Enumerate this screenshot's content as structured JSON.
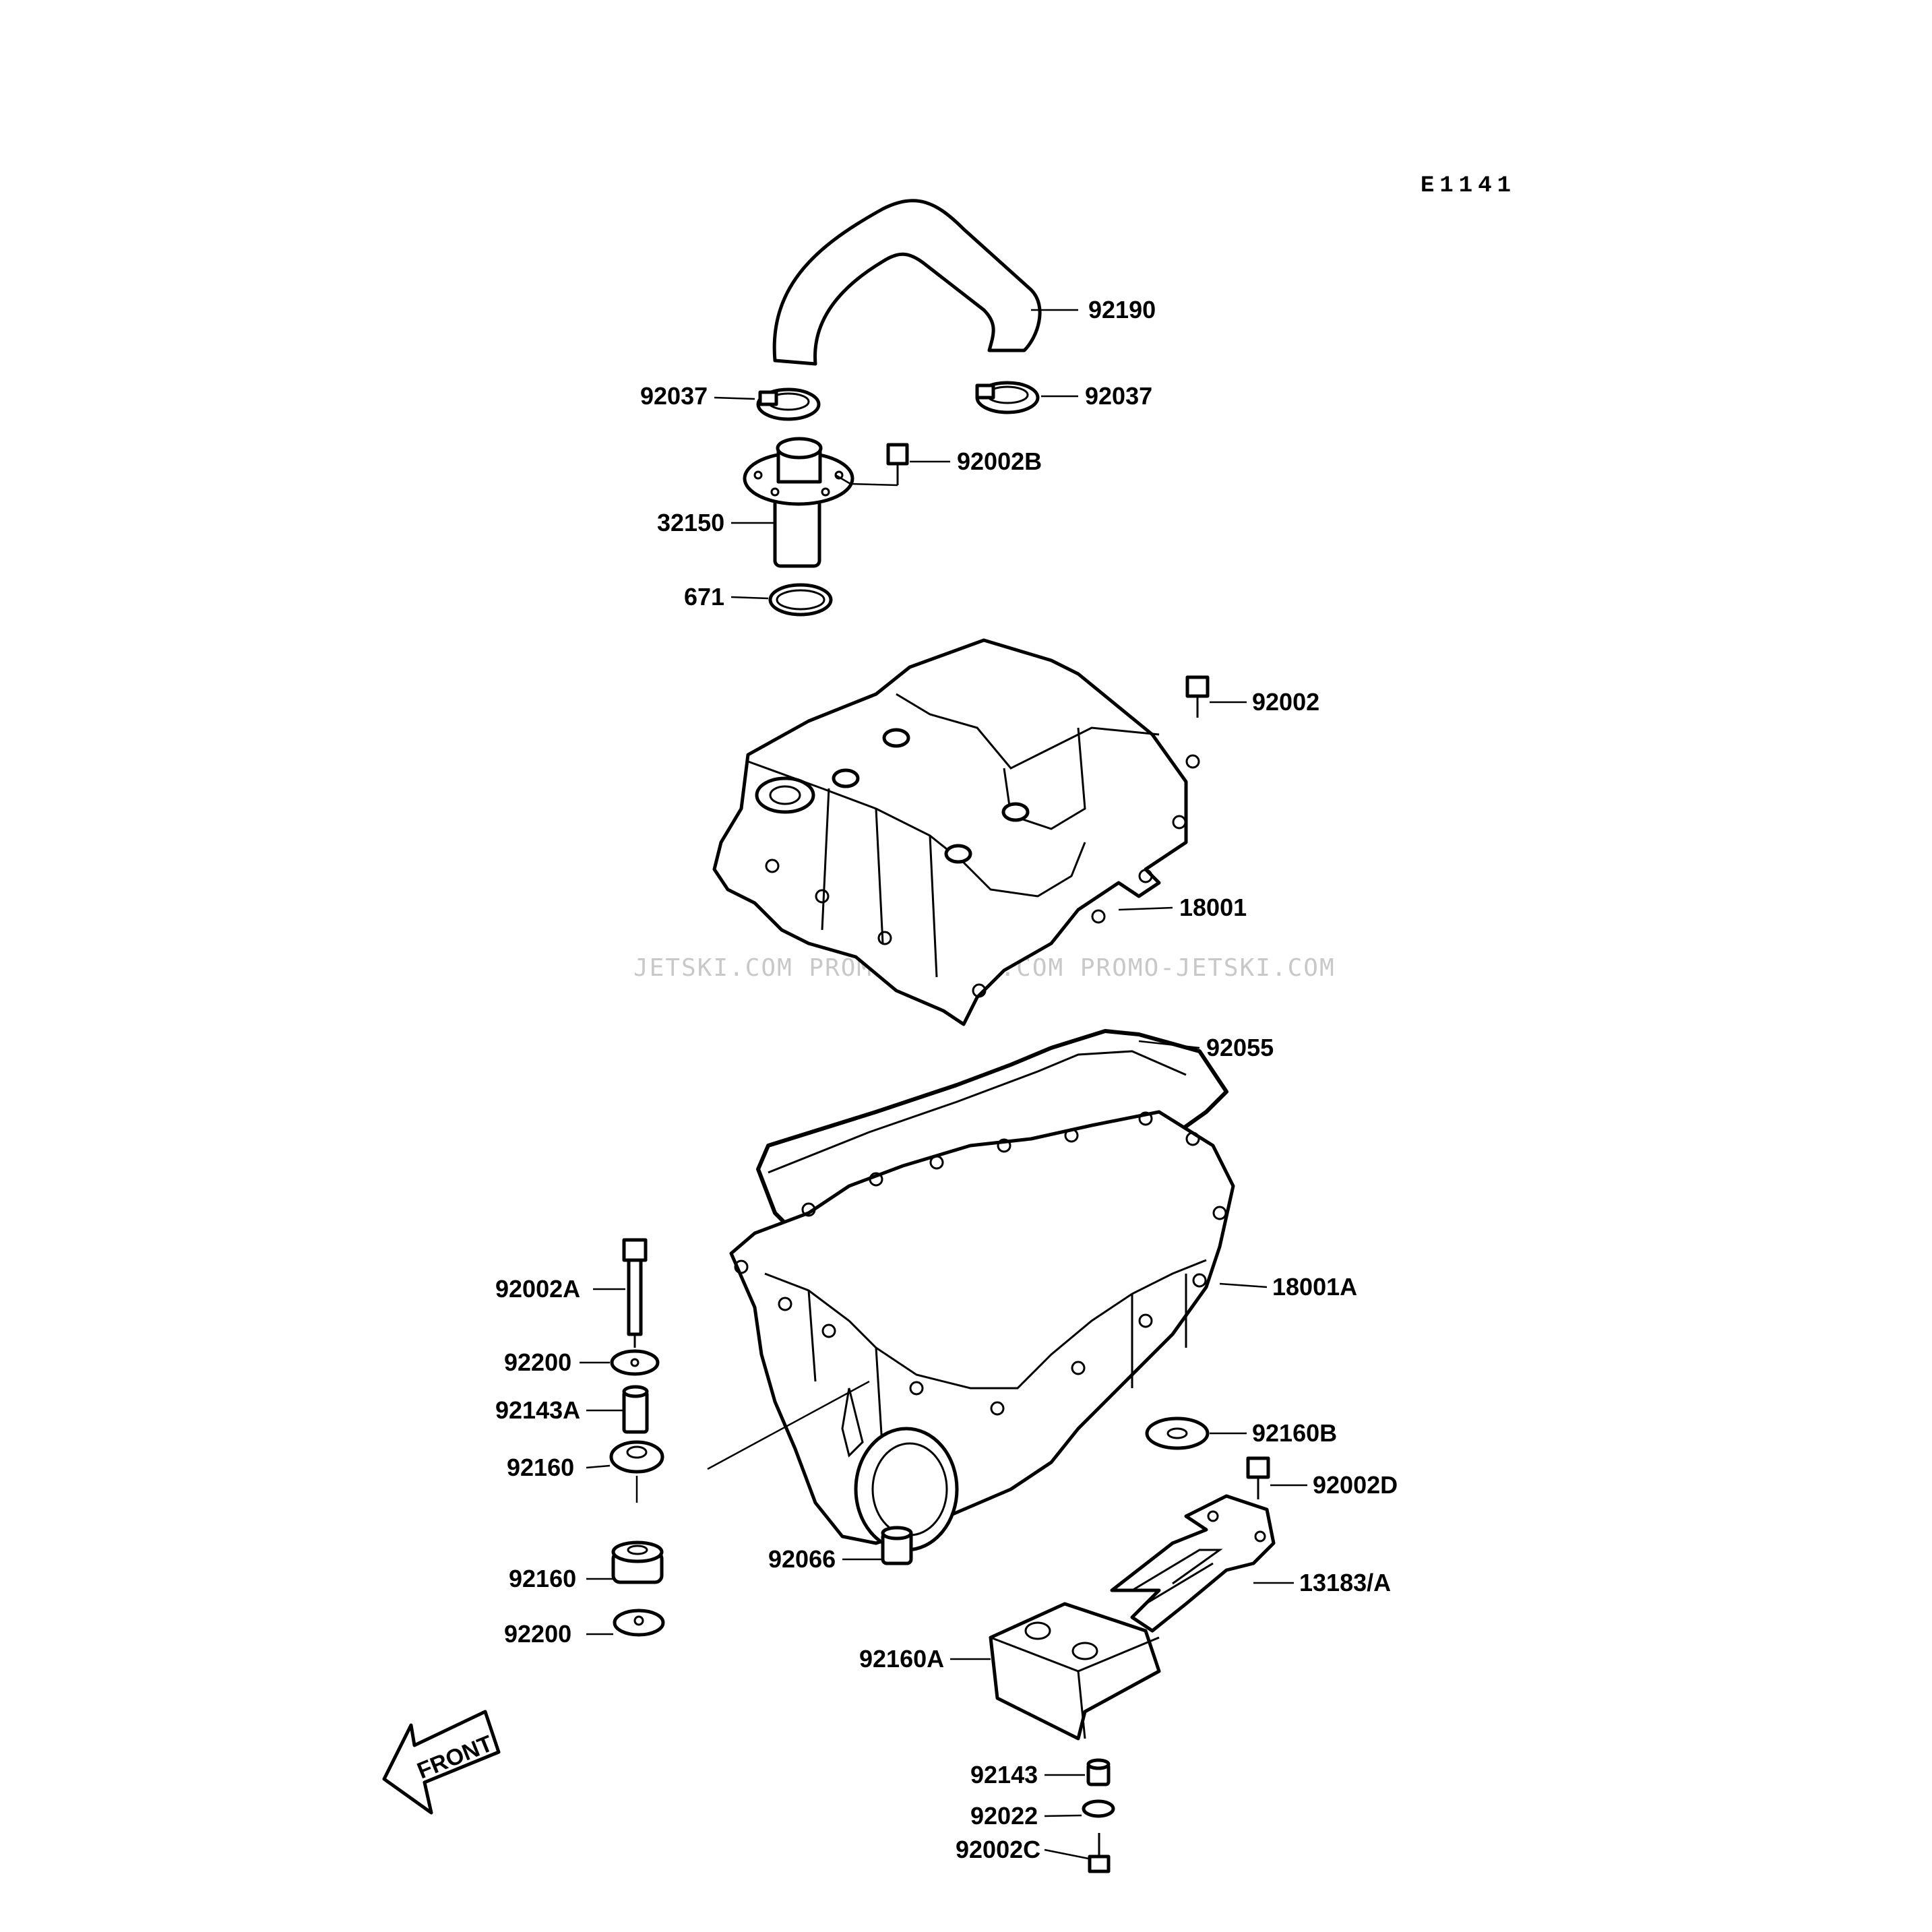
{
  "diagram": {
    "code": "E1141",
    "watermark": "JETSKI.COM   PROMO-JETSKI.COM   PROMO-JETSKI.COM",
    "front_label": "FRONT",
    "labels": [
      "92190",
      "92037",
      "92037",
      "92002B",
      "32150",
      "671",
      "92002",
      "18001",
      "92055",
      "18001A",
      "92002A",
      "92200",
      "92143A",
      "92160",
      "92160B",
      "92002D",
      "92066",
      "92160",
      "13183/A",
      "92200",
      "92160A",
      "92143",
      "92022",
      "92002C"
    ]
  }
}
